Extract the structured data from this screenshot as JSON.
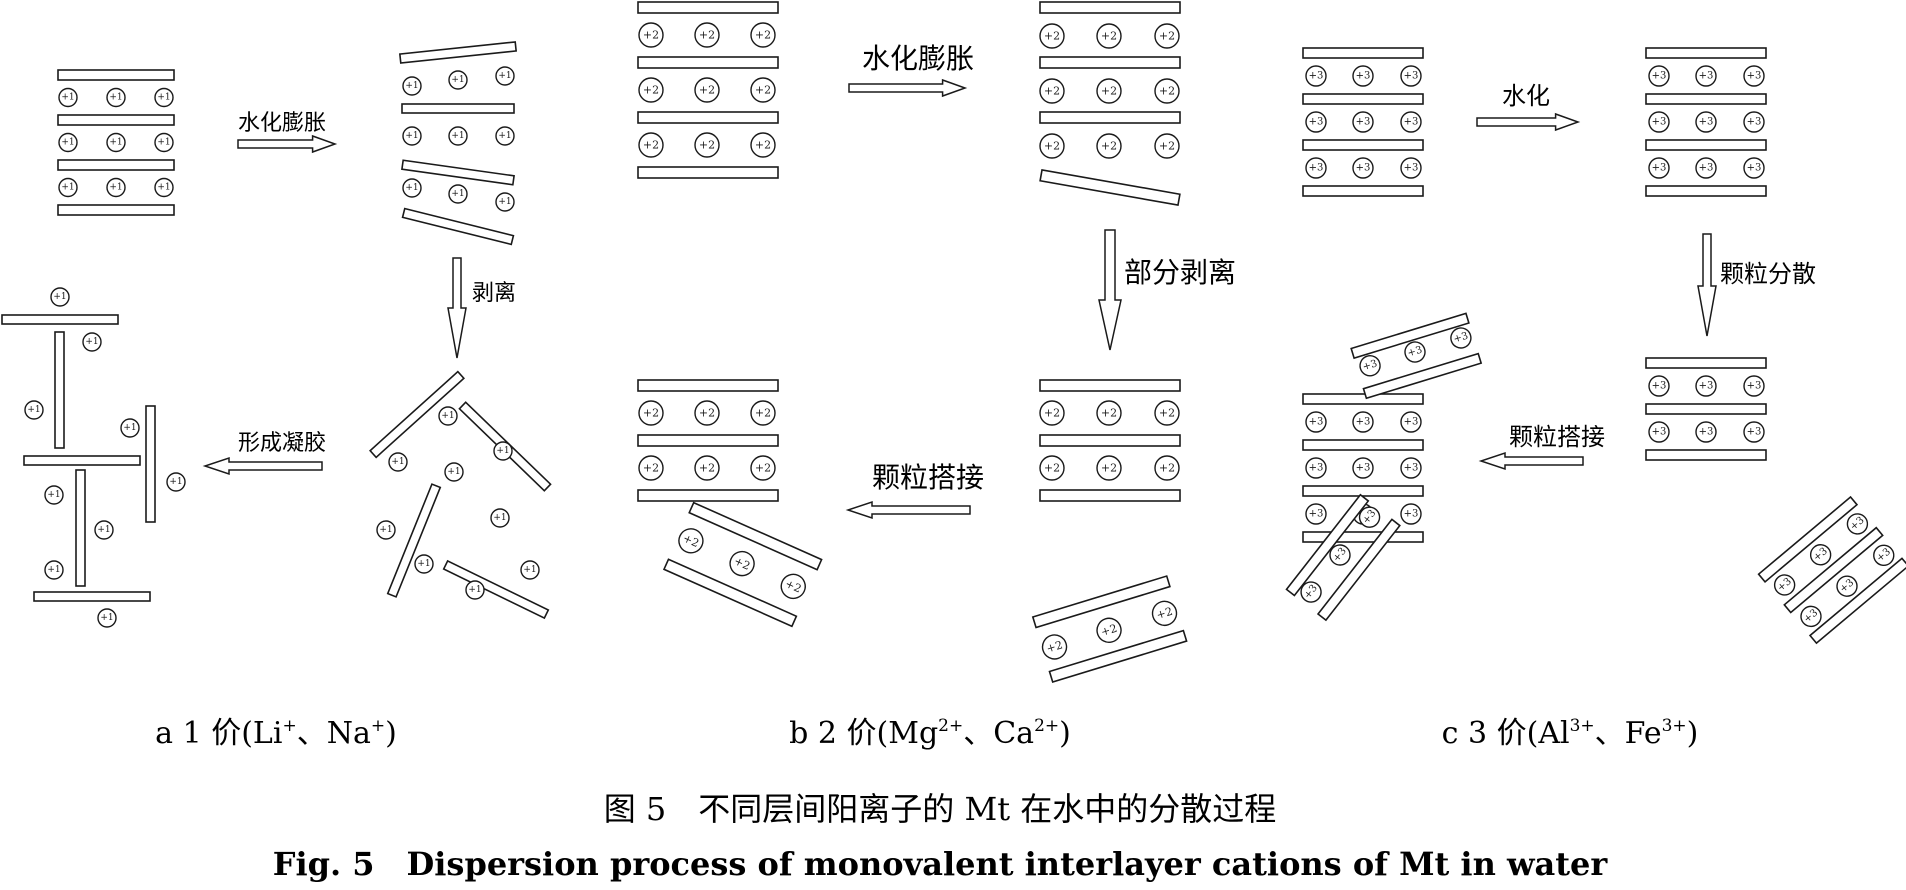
{
  "colors": {
    "ink": "#1a1a1a",
    "background": "#ffffff"
  },
  "charges": {
    "c1": "+1",
    "c2": "+2",
    "c3": "+3"
  },
  "steps": {
    "a_swell": "水化膨胀",
    "a_peel": "剥离",
    "a_gel": "形成凝胶",
    "b_swell": "水化膨胀",
    "b_partial": "部分剥离",
    "b_bridge": "颗粒搭接",
    "c_hydrate": "水化",
    "c_disperse": "颗粒分散",
    "c_bridge": "颗粒搭接"
  },
  "panels": [
    {
      "id": "a",
      "prefix": "a 1 价(",
      "ion1": "Li",
      "sup1": "+",
      "sep": "、",
      "ion2": "Na",
      "sup2": "+",
      "suffix": ")"
    },
    {
      "id": "b",
      "prefix": "b 2 价(",
      "ion1": "Mg",
      "sup1": "2+",
      "sep": "、",
      "ion2": "Ca",
      "sup2": "2+",
      "suffix": ")"
    },
    {
      "id": "c",
      "prefix": "c 3 价(",
      "ion1": "Al",
      "sup1": "3+",
      "sep": "、",
      "ion2": "Fe",
      "sup2": "3+",
      "suffix": ")"
    }
  ],
  "caption": {
    "cn": "图 5　不同层间阳离子的 Mt 在水中的分散过程",
    "en": "Fig. 5　Dispersion process of monovalent interlayer cations of Mt in water"
  }
}
